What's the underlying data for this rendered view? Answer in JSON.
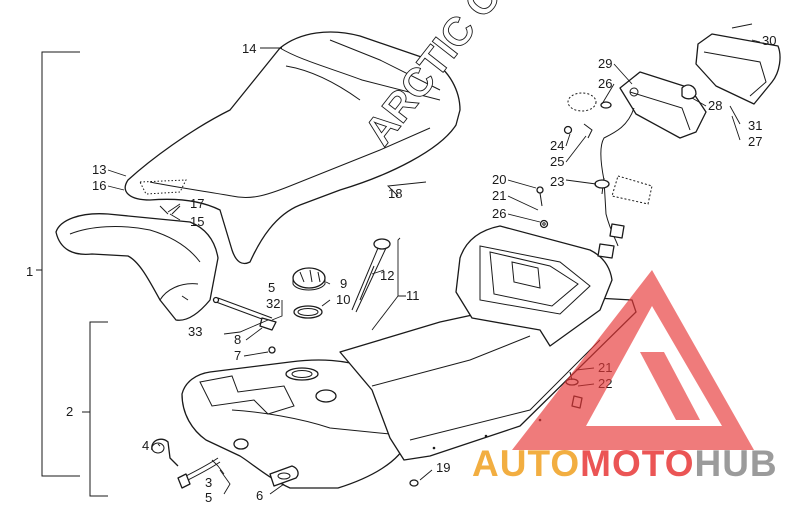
{
  "callouts": {
    "c1": "1",
    "c2": "2",
    "c3": "3",
    "c4": "4",
    "c5a": "5",
    "c5b": "5",
    "c6": "6",
    "c7": "7",
    "c8": "8",
    "c9": "9",
    "c10": "10",
    "c11": "11",
    "c12": "12",
    "c13": "13",
    "c14": "14",
    "c15": "15",
    "c16": "16",
    "c17": "17",
    "c18": "18",
    "c19": "19",
    "c20": "20",
    "c21a": "21",
    "c21b": "21",
    "c22": "22",
    "c23": "23",
    "c24": "24",
    "c25": "25",
    "c26a": "26",
    "c26b": "26",
    "c27": "27",
    "c28": "28",
    "c29": "29",
    "c30": "30",
    "c31": "31",
    "c32": "32",
    "c33": "33"
  },
  "seat_branding": "ARCTIC CAT",
  "watermark": {
    "word_part1": "AUTO",
    "word_part2": "MOTO",
    "word_part3": "HUB",
    "color_orange": "#f0a020",
    "color_red": "#e83838",
    "color_gray": "#8a8a8a"
  }
}
